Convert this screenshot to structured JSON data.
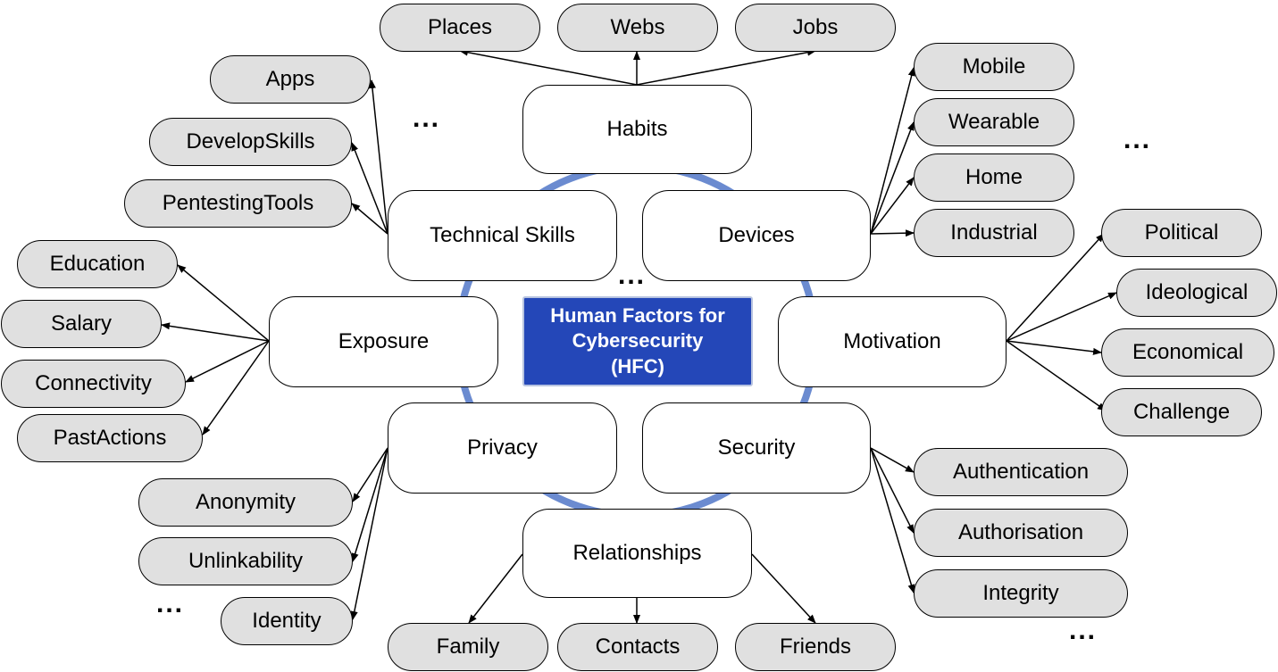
{
  "center": {
    "line1": "Human Factors for",
    "line2": "Cybersecurity",
    "line3": "(HFC)"
  },
  "colors": {
    "ring": "#6b8bd0",
    "center_fill": "#2447b8",
    "main_fill": "#ffffff",
    "leaf_fill": "#e0e0e0"
  },
  "factors": {
    "habits": {
      "label": "Habits",
      "children": [
        "Places",
        "Webs",
        "Jobs"
      ]
    },
    "technical_skills": {
      "label": "Technical Skills",
      "children": [
        "Apps",
        "DevelopSkills",
        "PentestingTools"
      ]
    },
    "devices": {
      "label": "Devices",
      "children": [
        "Mobile",
        "Wearable",
        "Home",
        "Industrial"
      ]
    },
    "exposure": {
      "label": "Exposure",
      "children": [
        "Education",
        "Salary",
        "Connectivity",
        "PastActions"
      ]
    },
    "motivation": {
      "label": "Motivation",
      "children": [
        "Political",
        "Ideological",
        "Economical",
        "Challenge"
      ]
    },
    "privacy": {
      "label": "Privacy",
      "children": [
        "Anonymity",
        "Unlinkability",
        "Identity"
      ]
    },
    "security": {
      "label": "Security",
      "children": [
        "Authentication",
        "Authorisation",
        "Integrity"
      ]
    },
    "relationships": {
      "label": "Relationships",
      "children": [
        "Family",
        "Contacts",
        "Friends"
      ]
    }
  },
  "ellipsis": "..."
}
